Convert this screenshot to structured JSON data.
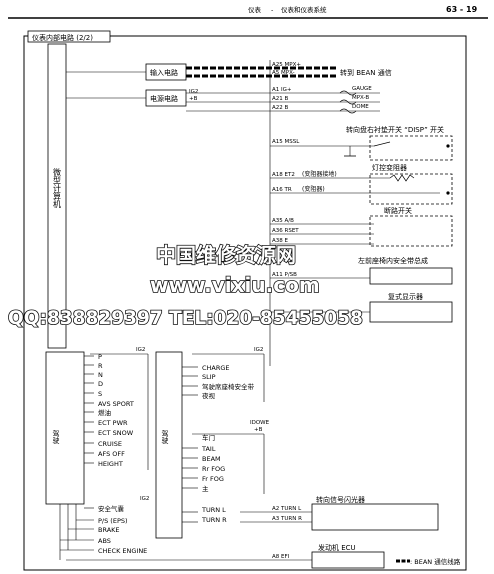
{
  "header": {
    "section": "仪表",
    "dash": "-",
    "title": "仪表和仪表系统",
    "page": "63 - 19"
  },
  "diagram": {
    "frame_title": "仪表内部电路 (2/2)",
    "micro_computer": "微型计算机",
    "boxes": {
      "input": "输入电路",
      "power": "电源电路",
      "bean": "转到 BEAN 通信",
      "ig2_b": [
        "IG2",
        "+B"
      ],
      "disp": "转向盘右衬垫开关 “DISP” 开关",
      "dimmer": "灯控变阻器",
      "breaker": "断路开关",
      "seatbelt": "左前座椅内安全带总成",
      "multi": "复式显示器",
      "turn_flasher": "转向信号闪光器",
      "ecu": "发动机 ECU",
      "driver_left": "驾驶",
      "driver_mid": "驾驶",
      "ig2_a": "IG2",
      "ig2_b_label": "IG2",
      "ig2_c": "IG2",
      "idowe": [
        "IDOWE",
        "+B"
      ]
    },
    "pins_top": [
      {
        "pin": "A25 MPX+"
      },
      {
        "pin": "A5 MPX-"
      },
      {
        "pin": "A1 IG+"
      },
      {
        "pin": "A21 B"
      },
      {
        "pin": "A22 B"
      },
      {
        "pin": "A15 MSSL"
      },
      {
        "pin": "A18 ET2",
        "note": "(变阻器接地)"
      },
      {
        "pin": "A16 TR",
        "note": "(变阻器)"
      },
      {
        "pin": "A35 A/B"
      },
      {
        "pin": "A36 RSET"
      },
      {
        "pin": "A38 E"
      },
      {
        "pin": "A11 P/SB"
      }
    ],
    "fuse_labels": [
      "GAUGE",
      "MPX-B",
      "DOME"
    ],
    "left_indicators": [
      "P",
      "R",
      "N",
      "D",
      "S",
      "AVS SPORT",
      "燃油",
      "ECT PWR",
      "ECT SNOW",
      "CRUISE",
      "AFS OFF",
      "HEIGHT"
    ],
    "left_bottom": [
      "安全气囊",
      "P/S (EPS)",
      "BRAKE",
      "ABS",
      "CHECK ENGINE"
    ],
    "mid_top": [
      "CHARGE",
      "SLIP",
      "驾驶席座椅安全带",
      "夜视"
    ],
    "mid_bottom": [
      "车门",
      "TAIL",
      "BEAM",
      "Rr FOG",
      "Fr FOG",
      "主"
    ],
    "mid_turn": [
      "TURN L",
      "TURN R"
    ],
    "turn_pins": [
      "A2 TURN L",
      "A3 TURN R"
    ],
    "efi_pin": "A8 EFI",
    "legend": ": BEAN 通信线路"
  },
  "watermark": {
    "line1": "中国维修资源网",
    "line2": "www.vixiu.com",
    "line3": "QQ:838829397 TEL:020-85455058"
  }
}
